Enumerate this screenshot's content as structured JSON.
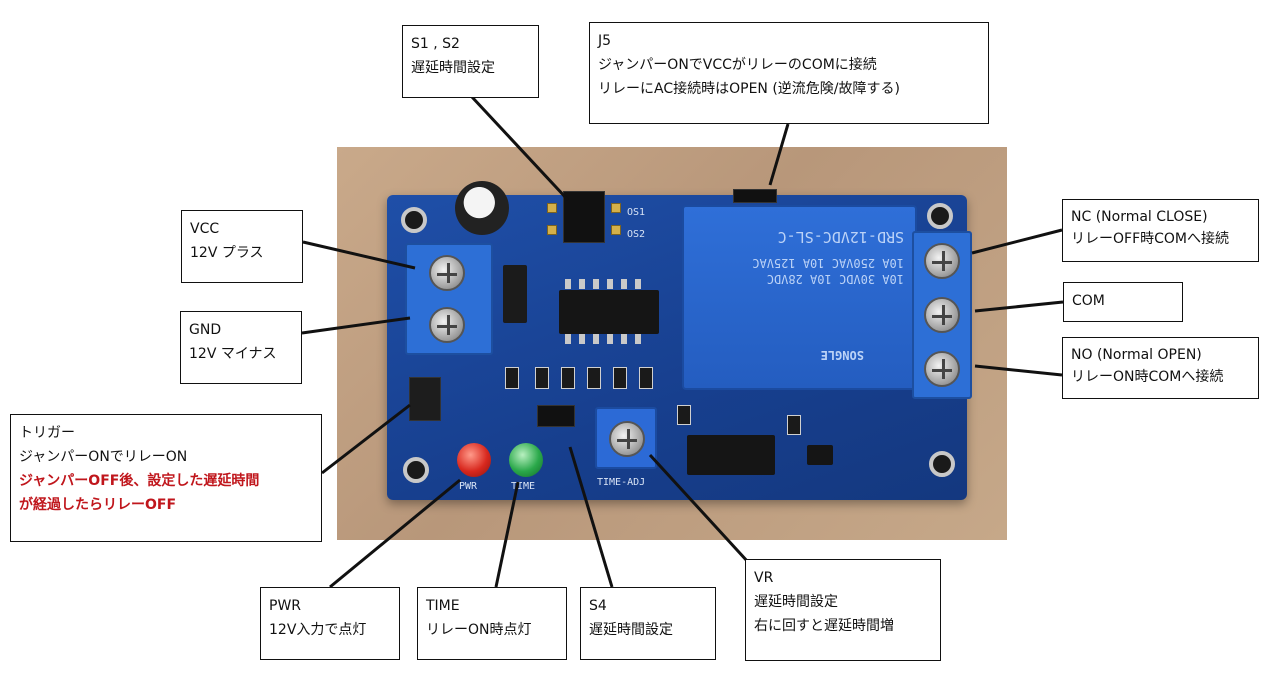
{
  "callouts": {
    "s1s2": {
      "line1": "S1 , S2",
      "line2": "遅延時間設定"
    },
    "j5": {
      "line1": "J5",
      "line2": "ジャンパーONでVCCがリレーのCOMに接続",
      "line3": "リレーにAC接続時はOPEN (逆流危険/故障する)"
    },
    "vcc": {
      "line1": "VCC",
      "line2": "12V プラス"
    },
    "gnd": {
      "line1": "GND",
      "line2": "12V マイナス"
    },
    "nc": {
      "line1": "NC (Normal CLOSE)",
      "line2": "リレーOFF時COMへ接続"
    },
    "com": {
      "line1": "COM"
    },
    "no": {
      "line1": "NO (Normal OPEN)",
      "line2": "リレーON時COMへ接続"
    },
    "trigger": {
      "line1": "トリガー",
      "line2": "ジャンパーONでリレーON",
      "line3": "ジャンパーOFF後、設定した遅延時間",
      "line4": "が経過したらリレーOFF"
    },
    "pwr": {
      "line1": "PWR",
      "line2": "12V入力で点灯"
    },
    "time": {
      "line1": "TIME",
      "line2": "リレーON時点灯"
    },
    "s4": {
      "line1": "S4",
      "line2": "遅延時間設定"
    },
    "vr": {
      "line1": "VR",
      "line2": "遅延時間設定",
      "line3": "右に回すと遅延時間増"
    }
  },
  "board": {
    "relay_lines": [
      "SRD-12VDC-SL-C",
      "10A 250VAC 10A 125VAC",
      "10A 30VDC 10A 28VDC"
    ],
    "relay_brand": "SONGLE",
    "silk_pwr": "PWR",
    "silk_time": "TIME",
    "silk_time_adj": "TIME-ADJ",
    "silk_os1": "OS1",
    "silk_os2": "OS2"
  },
  "colors": {
    "board_blue": "#1f4fa8",
    "terminal_blue": "#2d6fd6",
    "led_red": "#d8281e",
    "led_green": "#2aa84a",
    "highlight_red": "#c0161c"
  }
}
